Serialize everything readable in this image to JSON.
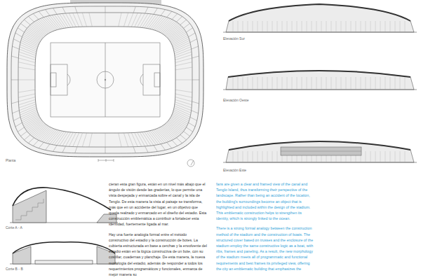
{
  "diagram": {
    "labels": [
      "Planta",
      "Elevación Sur",
      "Elevación Oeste",
      "Elevación Este",
      "Corte A - A",
      "Corte B - B",
      "cieran esta gran figura, están en un nivel más abajo que el ángulo de visión desde las graderías, lo que permite una vista despejada y enmarcada sobre el canal y la isla de Tenglo. De esta manera la vista al paisaje se transforma, más que en un accidente del lugar, en un objetivo que queda realzado y enmarcado en el diseño del estadio. Esta construcción emblemática a contribuir a fortalecer esta identidad, fuertemente ligada al mar.",
      "Hay una fuerte analogía formal entre el método constructivo del estadio y la construcción de botes. La cubierta estructurada en base a cerchas y la envolvente del estadio están en la lógica constructiva de un bote, con su costillar, cuadernas y planchaje. De esta manera, la nueva morfología del estadio, además de responder a todos los requerimientos programáticos y funcionales, enmarca de mejor manera su",
      "fans are given a clear and framed view of the canal and Tenglo Island, thus transforming their perspective of the landscape. Rather than being an accident of the location, the building's surroundings become an object that is highlighted and included within the design of the stadium. This emblematic construction helps to strengthen its identity, which is strongly linked to the ocean.",
      "There is a strong formal analogy between the construction method of the stadium and the construction of boats. The structured cover based on trusses and the enclosure of the stadium employ the same constructive logic as a boat, with ribs, frames and paneling. As a result, the new morphology of the stadium meets all of programmatic and functional requirements and best frames its privileged view, offering the city an emblematic building that emphasizes the"
    ]
  }
}
